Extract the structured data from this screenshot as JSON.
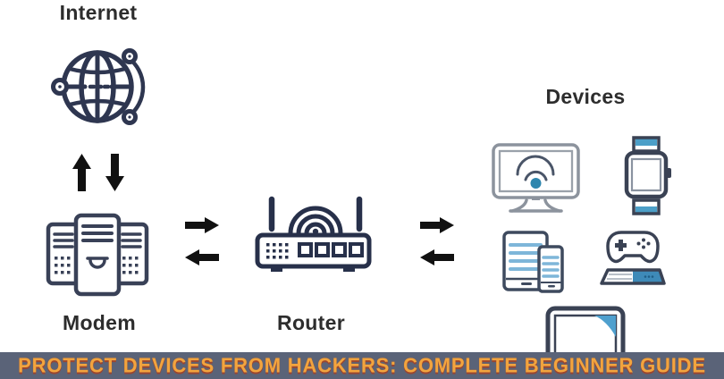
{
  "title": "Home network protection diagram",
  "colors": {
    "background": "#ffffff",
    "icon_outline_dark": "#2e3650",
    "icon_outline_gray": "#8c939d",
    "accent_blue": "#3e8ab8",
    "light_blue": "#7eb6d9",
    "wifi_dot_blue": "#2e86ae",
    "arrow_black": "#111111",
    "banner_bg": "#5a6378",
    "banner_text": "#f2a43e",
    "banner_text_shadow": "#9a4630",
    "label_text": "#2d2d2d"
  },
  "nodes": {
    "internet": {
      "label": "Internet",
      "icon": "globe-network-icon"
    },
    "modem": {
      "label": "Modem",
      "icon": "modem-icon"
    },
    "router": {
      "label": "Router",
      "icon": "wifi-router-icon"
    },
    "devices": {
      "label": "Devices",
      "items": [
        {
          "icon": "smart-tv-icon"
        },
        {
          "icon": "smartwatch-icon"
        },
        {
          "icon": "tablet-and-phone-icon"
        },
        {
          "icon": "game-controller-console-icon"
        },
        {
          "icon": "monitor-icon"
        }
      ]
    }
  },
  "connections": [
    {
      "from": "internet",
      "to": "modem",
      "style": "two vertical black arrows (up and down)"
    },
    {
      "from": "modem",
      "to": "router",
      "style": "two horizontal black arrows (right and left)"
    },
    {
      "from": "router",
      "to": "devices",
      "style": "two horizontal black arrows (right and left)"
    }
  ],
  "banner": {
    "text": "PROTECT DEVICES FROM HACKERS: COMPLETE BEGINNER GUIDE"
  }
}
